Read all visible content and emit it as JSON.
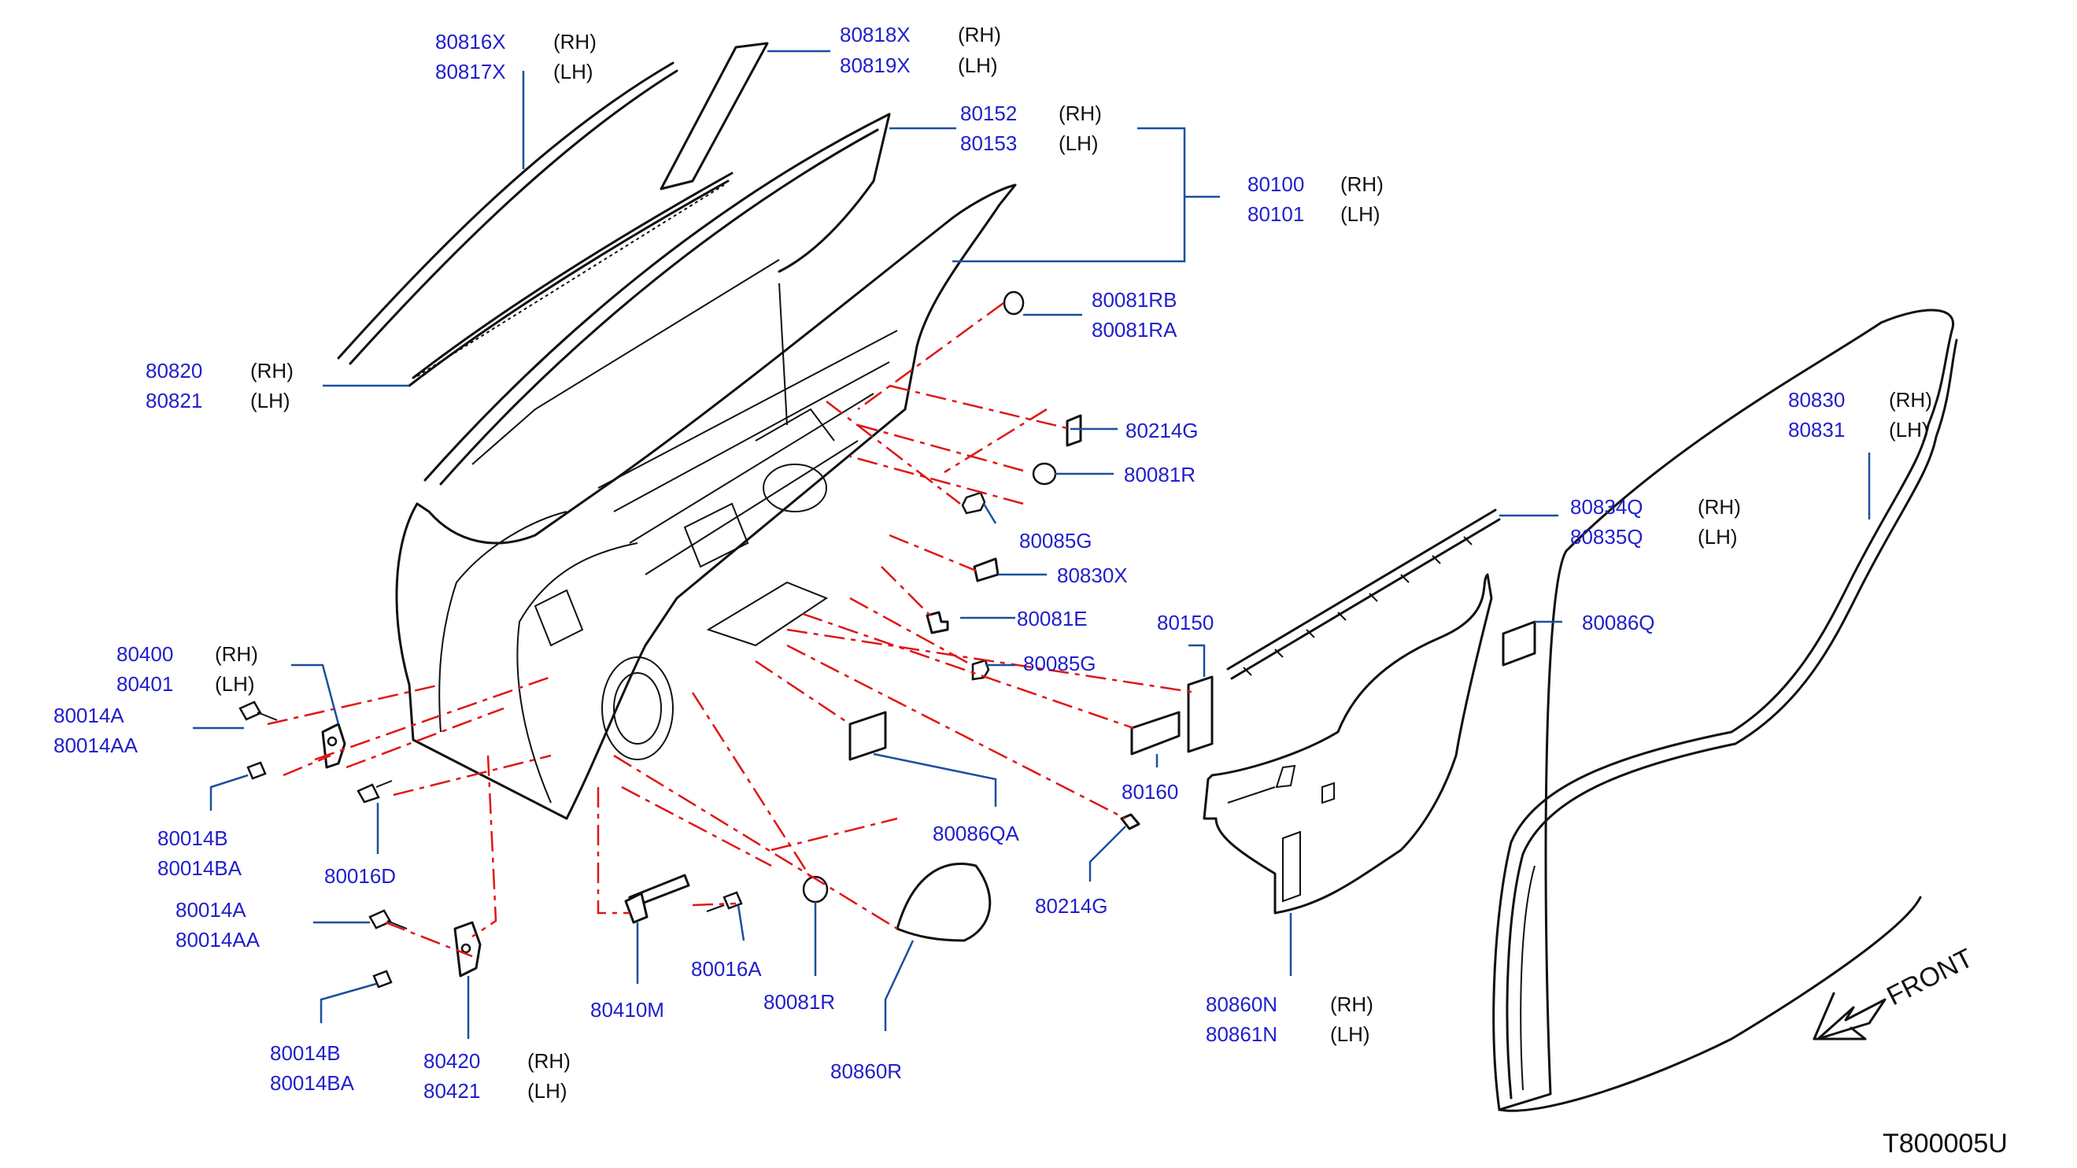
{
  "diagram_code": "T800005U",
  "front_label": "FRONT",
  "labels": {
    "a1": {
      "p1": "80816X",
      "p2": "80817X",
      "s1": "(RH)",
      "s2": "(LH)"
    },
    "a2": {
      "p1": "80818X",
      "p2": "80819X",
      "s1": "(RH)",
      "s2": "(LH)"
    },
    "a3": {
      "p1": "80152",
      "p2": "80153",
      "s1": "(RH)",
      "s2": "(LH)"
    },
    "a4": {
      "p1": "80100",
      "p2": "80101",
      "s1": "(RH)",
      "s2": "(LH)"
    },
    "a5": {
      "p1": "80820",
      "p2": "80821",
      "s1": "(RH)",
      "s2": "(LH)"
    },
    "a6": {
      "p1": "80081RB",
      "p2": "80081RA"
    },
    "a7": {
      "p1": "80214G"
    },
    "a8": {
      "p1": "80081R"
    },
    "a9": {
      "p1": "80085G"
    },
    "a10": {
      "p1": "80830X"
    },
    "a11": {
      "p1": "80081E"
    },
    "a12": {
      "p1": "80085G"
    },
    "a13": {
      "p1": "80150"
    },
    "a14": {
      "p1": "80160"
    },
    "a15": {
      "p1": "80214G"
    },
    "a16": {
      "p1": "80086QA"
    },
    "a17": {
      "p1": "80086Q"
    },
    "a18": {
      "p1": "80830",
      "p2": "80831",
      "s1": "(RH)",
      "s2": "(LH)"
    },
    "a19": {
      "p1": "80834Q",
      "p2": "80835Q",
      "s1": "(RH)",
      "s2": "(LH)"
    },
    "a20": {
      "p1": "80400",
      "p2": "80401",
      "s1": "(RH)",
      "s2": "(LH)"
    },
    "a21": {
      "p1": "80014A",
      "p2": "80014AA"
    },
    "a22": {
      "p1": "80014B",
      "p2": "80014BA"
    },
    "a23": {
      "p1": "80016D"
    },
    "a24": {
      "p1": "80014A",
      "p2": "80014AA"
    },
    "a25": {
      "p1": "80014B",
      "p2": "80014BA"
    },
    "a26": {
      "p1": "80420",
      "p2": "80421",
      "s1": "(RH)",
      "s2": "(LH)"
    },
    "a27": {
      "p1": "80410M"
    },
    "a28": {
      "p1": "80016A"
    },
    "a29": {
      "p1": "80081R"
    },
    "a30": {
      "p1": "80860R"
    },
    "a31": {
      "p1": "80860N",
      "p2": "80861N",
      "s1": "(RH)",
      "s2": "(LH)"
    }
  }
}
